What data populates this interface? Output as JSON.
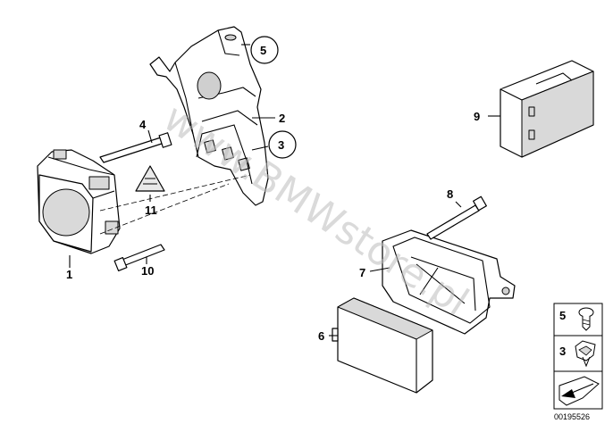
{
  "callouts": {
    "c1": "1",
    "c2": "2",
    "c3": "3",
    "c4": "4",
    "c5": "5",
    "c6": "6",
    "c7": "7",
    "c8": "8",
    "c9": "9",
    "c10": "10",
    "c11": "11"
  },
  "legend": {
    "item_5": "5",
    "item_3": "3"
  },
  "watermark": "www.BMWstore.pl",
  "diagram_id": "00195526"
}
